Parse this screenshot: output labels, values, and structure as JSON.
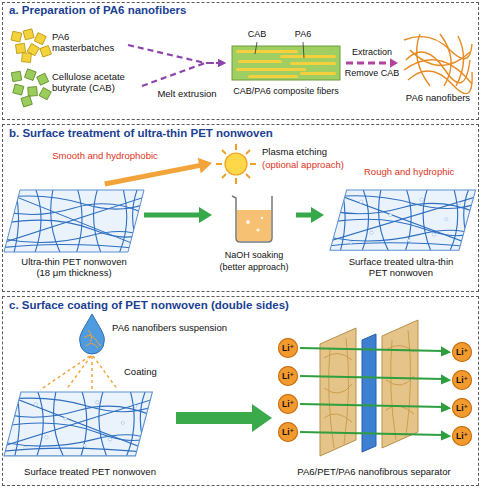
{
  "diagram": {
    "nodes": [
      {
        "text": [
          "a. Preparation of PA6 nanofibers"
        ]
      },
      {
        "text": [
          "PA6 masterbatches"
        ],
        "in": 0
      },
      {
        "text": [
          "Cellulose acetate butyrate (CAB)"
        ],
        "in": 0
      },
      {
        "text": [
          "CAB/PA6 composite fibers"
        ],
        "in": 0
      },
      {
        "text": [
          "PA6 nanofibers"
        ],
        "in": 0
      },
      {
        "text": [
          "b. Surface treatment of ultra-thin PET nonwoven"
        ]
      },
      {
        "text": [
          "Ultra-thin PET nonwoven (18 μm thickness)"
        ],
        "in": 5
      },
      {
        "text": [
          "Plasma etching",
          "(optional approach)"
        ],
        "in": 5
      },
      {
        "text": [
          "NaOH soaking",
          "(better approach)"
        ],
        "in": 5
      },
      {
        "text": [
          "Surface treated ultra-thin PET nonwoven"
        ],
        "in": 5
      },
      {
        "text": [
          "c. Surface coating of PET nonwoven (double sides)"
        ]
      },
      {
        "text": [
          "PA6 nanofibers suspension"
        ],
        "in": 10
      },
      {
        "text": [
          "Surface treated PET nonwoven"
        ],
        "in": 10
      },
      {
        "text": [
          "PA6/PET/PA6 nanofibrous separator"
        ],
        "in": 10
      },
      {
        "text": [
          "Li⁺"
        ],
        "in": 10
      },
      {
        "text": [
          "Li⁺"
        ],
        "in": 10
      },
      {
        "text": [
          "Li⁺"
        ],
        "in": 10
      },
      {
        "text": [
          "Li⁺"
        ],
        "in": 10
      },
      {
        "text": [
          "Li⁺"
        ],
        "in": 10
      },
      {
        "text": [
          "Li⁺"
        ],
        "in": 10
      },
      {
        "text": [
          "Li⁺"
        ],
        "in": 10
      },
      {
        "text": [
          "Li⁺"
        ],
        "in": 10
      }
    ],
    "edges": [
      {
        "from": 1,
        "to": 3,
        "arrow": "to"
      },
      {
        "from": 2,
        "to": 3,
        "arrow": "to"
      },
      {
        "from": 3,
        "to": 4,
        "arrow": "to"
      },
      {
        "from": 6,
        "to": 7,
        "arrow": "to"
      },
      {
        "from": 6,
        "to": 8,
        "arrow": "to"
      },
      {
        "from": 8,
        "to": 9,
        "arrow": "to"
      },
      {
        "from": 12,
        "to": 13,
        "arrow": "to"
      }
    ],
    "labels": [
      "CAB",
      "PA6",
      "Melt extrusion",
      "Extraction",
      "Remove CAB",
      "Smooth and hydrophobic",
      "Rough and hydrophic",
      "Coating"
    ]
  }
}
